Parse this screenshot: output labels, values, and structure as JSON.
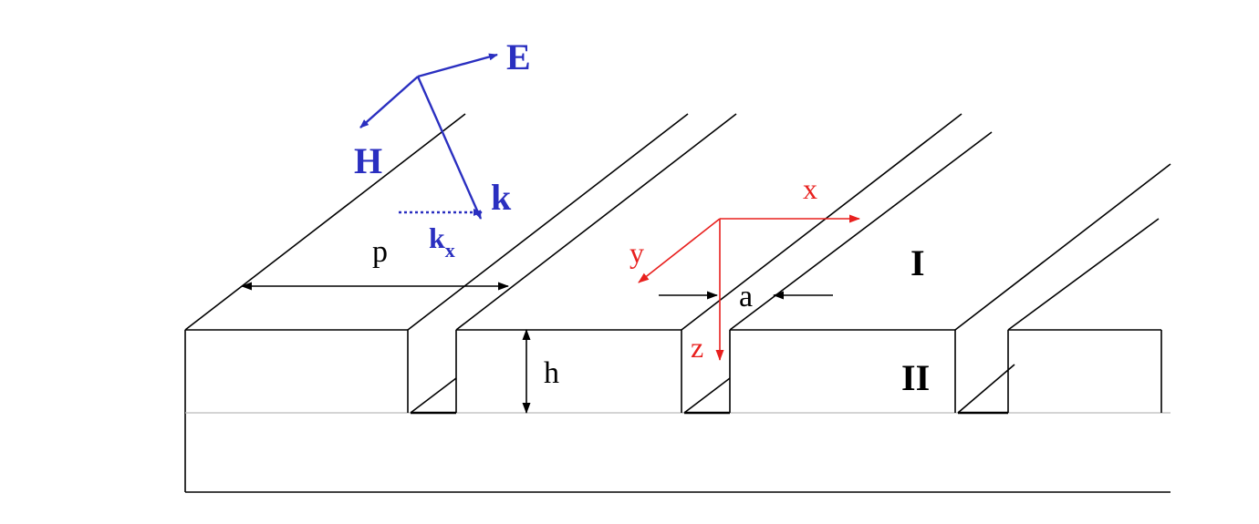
{
  "labels": {
    "E": "E",
    "H": "H",
    "k": "k",
    "kx_main": "k",
    "kx_sub": "x",
    "p": "p",
    "h": "h",
    "a": "a",
    "x": "x",
    "y": "y",
    "z": "z",
    "region1": "I",
    "region2": "II"
  },
  "colors": {
    "wave": "#2a2fc0",
    "axes": "#e8201e",
    "structure": "#000000"
  }
}
